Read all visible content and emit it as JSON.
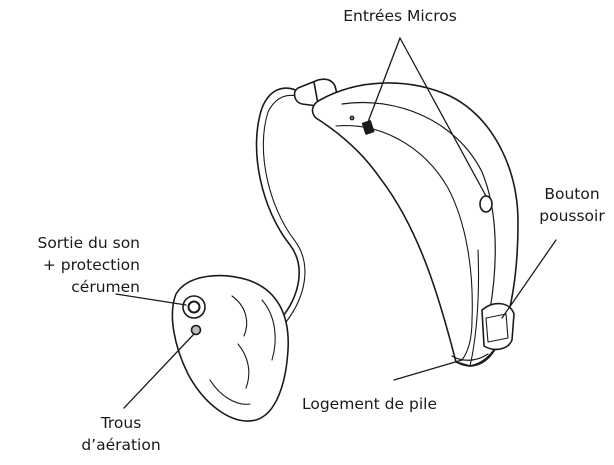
{
  "labels": {
    "microphones": "Entrées Micros",
    "button": [
      "Bouton",
      "poussoir"
    ],
    "sound_outlet": [
      "Sortie du son",
      "+ protection",
      "cérumen"
    ],
    "vents": [
      "Trous",
      "d’aération"
    ],
    "battery": "Logement de pile"
  },
  "colors": {
    "stroke": "#1a1a1a",
    "fill": "#ffffff",
    "text": "#1a1a1a"
  }
}
